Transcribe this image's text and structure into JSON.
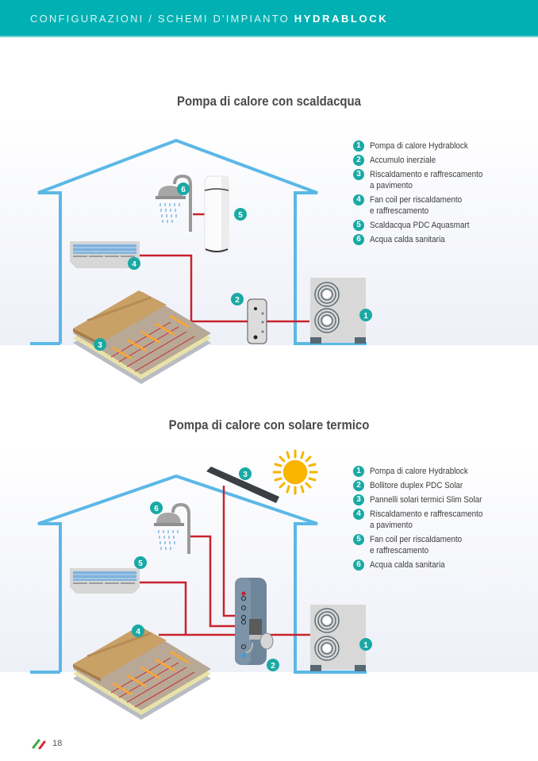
{
  "header": {
    "breadcrumb": "CONFIGURAZIONI / SCHEMI D'IMPIANTO",
    "product": "HYDRABLOCK",
    "background_color": "#00b0b3"
  },
  "sections": [
    {
      "title": "Pompa di calore con scaldacqua",
      "legend": [
        {
          "num": "1",
          "label": "Pompa di calore Hydrablock"
        },
        {
          "num": "2",
          "label": "Accumulo inerziale"
        },
        {
          "num": "3",
          "label": "Riscaldamento e raffrescamento\na pavimento"
        },
        {
          "num": "4",
          "label": "Fan coil per riscaldamento\ne raffrescamento"
        },
        {
          "num": "5",
          "label": "Scaldacqua PDC Aquasmart"
        },
        {
          "num": "6",
          "label": "Acqua calda sanitaria"
        }
      ],
      "markers": [
        "1",
        "2",
        "3",
        "4",
        "5",
        "6"
      ]
    },
    {
      "title": "Pompa di calore con solare termico",
      "legend": [
        {
          "num": "1",
          "label": "Pompa di calore Hydrablock"
        },
        {
          "num": "2",
          "label": "Bollitore duplex PDC Solar"
        },
        {
          "num": "3",
          "label": "Pannelli solari termici Slim Solar"
        },
        {
          "num": "4",
          "label": "Riscaldamento e raffrescamento\na pavimento"
        },
        {
          "num": "5",
          "label": "Fan coil per riscaldamento\ne raffrescamento"
        },
        {
          "num": "6",
          "label": "Acqua calda sanitaria"
        }
      ],
      "markers": [
        "1",
        "2",
        "3",
        "4",
        "5",
        "6"
      ]
    }
  ],
  "colors": {
    "badge": "#1aa9a4",
    "house_outline": "#5bb8e6",
    "pipe": "#c8232c",
    "sun": "#f7b500"
  },
  "footer": {
    "page_number": "18",
    "logo_icon": "italian-flag-stripes-icon"
  }
}
